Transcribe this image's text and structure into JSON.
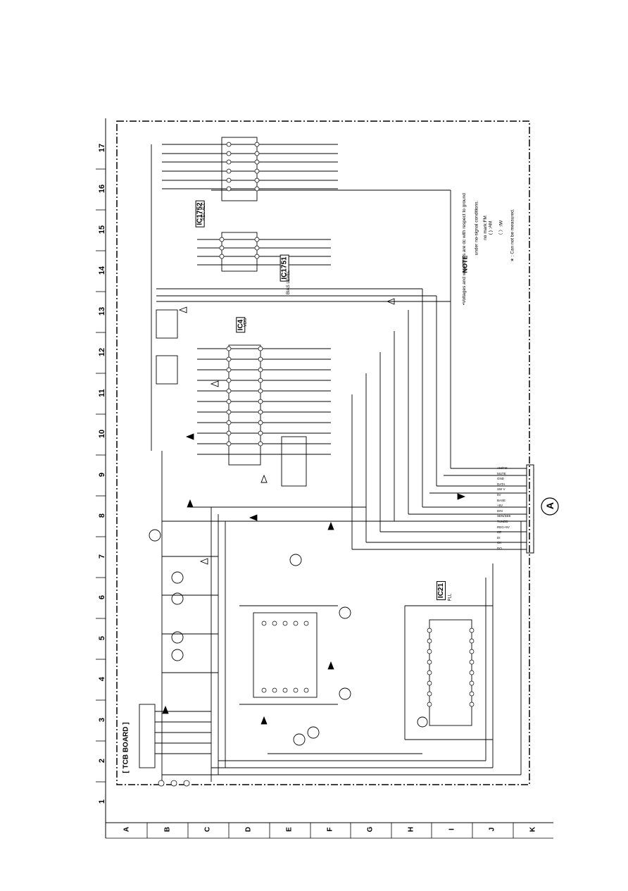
{
  "board_title": "[ TCB BOARD ]",
  "grid_numbers": [
    "1",
    "2",
    "3",
    "4",
    "5",
    "6",
    "7",
    "8",
    "9",
    "10",
    "11",
    "12",
    "13",
    "14",
    "15",
    "16",
    "17"
  ],
  "grid_letters": [
    "A",
    "B",
    "C",
    "D",
    "E",
    "F",
    "G",
    "H",
    "I",
    "J",
    "K"
  ],
  "ic_labels": [
    {
      "id": "IC4",
      "text": "IC4",
      "sub": "VDS"
    },
    {
      "id": "IC1751",
      "text": "IC1751",
      "sub": "BIAS LEVEL"
    },
    {
      "id": "IC1752",
      "text": "IC1752",
      "sub": "REC ALC"
    },
    {
      "id": "IC21",
      "text": "IC21",
      "sub": "PLL"
    }
  ],
  "connector_label": "A",
  "note": {
    "title": "NOTE",
    "lines": [
      "•Voltages and waveforms are dc with respect to ground",
      "under no-signal conditions.",
      "no mark:FM",
      "( ) :AM",
      "〈 〉:IW",
      "∗ : Can not be measured."
    ]
  },
  "connector_pins": [
    "AM/FM",
    "MUTE",
    "GND",
    "DATA",
    "SW V",
    "5V",
    "BASE",
    "+5V",
    "DIN",
    "SEN/SEE",
    "TUNED",
    "REG+5V",
    "CE",
    "DI",
    "CK",
    "DO"
  ]
}
